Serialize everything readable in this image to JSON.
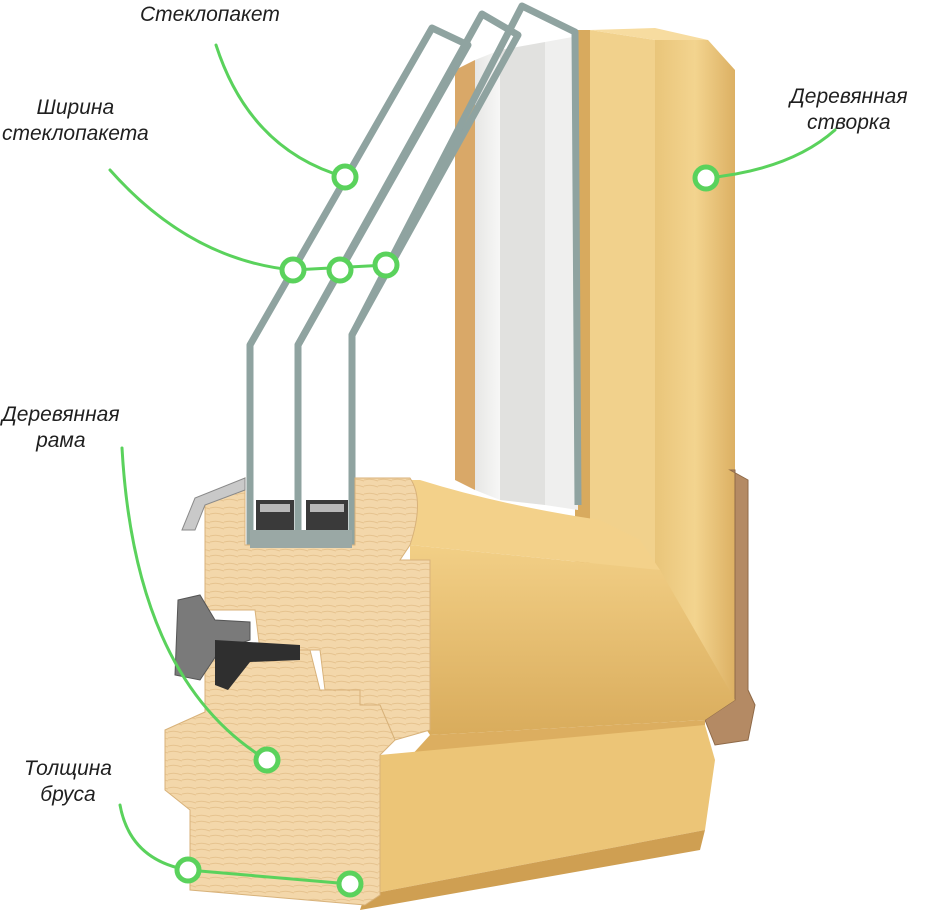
{
  "labels": {
    "glass_unit": "Стеклопакет",
    "glass_width": [
      "Ширина",
      "стеклопакета"
    ],
    "wood_sash": [
      "Деревянная",
      "створка"
    ],
    "wood_frame": [
      "Деревянная",
      "рама"
    ],
    "beam_thickness": [
      "Толщина",
      "бруса"
    ]
  },
  "colors": {
    "accent": "#5ad25c",
    "glass_edge": "#8fa3a0",
    "wood_light": "#f0d08a",
    "wood_mid": "#e2b865",
    "wood_dark": "#c89a4a",
    "end_grain": "#f3d6a8",
    "seal": "#333333",
    "hardware": "#b48a64"
  }
}
